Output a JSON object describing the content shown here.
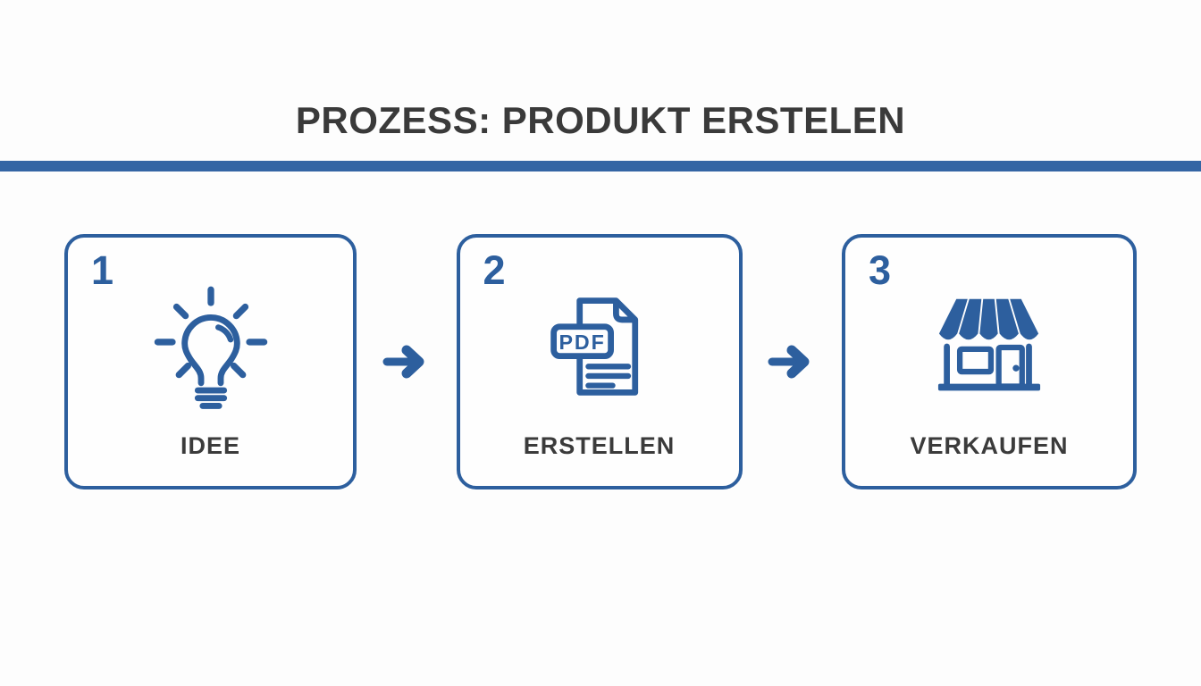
{
  "colors": {
    "accent_blue": "#2d5f9e",
    "divider_blue": "#3465a4",
    "heading_text": "#3a3a3a",
    "label_text": "#3b3b3b",
    "background": "#fdfdfd"
  },
  "header": {
    "title": "PROZESS: PRODUKT ERSTELEN"
  },
  "steps": [
    {
      "number": "1",
      "label": "IDEE",
      "icon": "lightbulb-icon"
    },
    {
      "number": "2",
      "label": "ERSTELLEN",
      "icon": "pdf-file-icon",
      "badge_label": "PDF"
    },
    {
      "number": "3",
      "label": "VERKAUFEN",
      "icon": "storefront-icon"
    }
  ],
  "connectors": [
    {
      "icon": "arrow-right-icon"
    },
    {
      "icon": "arrow-right-icon"
    }
  ]
}
